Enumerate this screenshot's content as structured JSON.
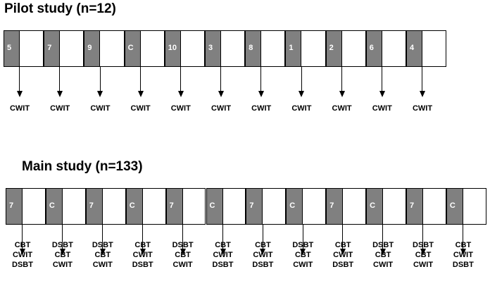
{
  "pilot": {
    "title": "Pilot study (n=12)",
    "blocks": [
      {
        "label": "5",
        "outputs": [
          "CWIT"
        ]
      },
      {
        "label": "7",
        "outputs": [
          "CWIT"
        ]
      },
      {
        "label": "9",
        "outputs": [
          "CWIT"
        ]
      },
      {
        "label": "C",
        "outputs": [
          "CWIT"
        ]
      },
      {
        "label": "10",
        "outputs": [
          "CWIT"
        ]
      },
      {
        "label": "3",
        "outputs": [
          "CWIT"
        ]
      },
      {
        "label": "8",
        "outputs": [
          "CWIT"
        ]
      },
      {
        "label": "1",
        "outputs": [
          "CWIT"
        ]
      },
      {
        "label": "2",
        "outputs": [
          "CWIT"
        ]
      },
      {
        "label": "6",
        "outputs": [
          "CWIT"
        ]
      },
      {
        "label": "4",
        "outputs": [
          "CWIT"
        ]
      }
    ]
  },
  "main": {
    "title": "Main study (n=133)",
    "blocks": [
      {
        "label": "7",
        "outputs": [
          "CBT",
          "CWIT",
          "DSBT"
        ]
      },
      {
        "label": "C",
        "outputs": [
          "DSBT",
          "CBT",
          "CWIT"
        ]
      },
      {
        "label": "7",
        "outputs": [
          "DSBT",
          "CBT",
          "CWIT"
        ]
      },
      {
        "label": "C",
        "outputs": [
          "CBT",
          "CWIT",
          "DSBT"
        ]
      },
      {
        "label": "7",
        "outputs": [
          "DSBT",
          "CBT",
          "CWIT"
        ]
      },
      {
        "label": "C",
        "outputs": [
          "CBT",
          "CWIT",
          "DSBT"
        ]
      },
      {
        "label": "7",
        "outputs": [
          "CBT",
          "CWIT",
          "DSBT"
        ]
      },
      {
        "label": "C",
        "outputs": [
          "DSBT",
          "CBT",
          "CWIT"
        ]
      },
      {
        "label": "7",
        "outputs": [
          "CBT",
          "CWIT",
          "DSBT"
        ]
      },
      {
        "label": "C",
        "outputs": [
          "DSBT",
          "CBT",
          "CWIT"
        ]
      },
      {
        "label": "7",
        "outputs": [
          "DSBT",
          "CBT",
          "CWIT"
        ]
      },
      {
        "label": "C",
        "outputs": [
          "CBT",
          "CWIT",
          "DSBT"
        ]
      }
    ]
  },
  "colors": {
    "grey_cell": "#808080",
    "white_cell": "#ffffff",
    "line": "#000000"
  }
}
